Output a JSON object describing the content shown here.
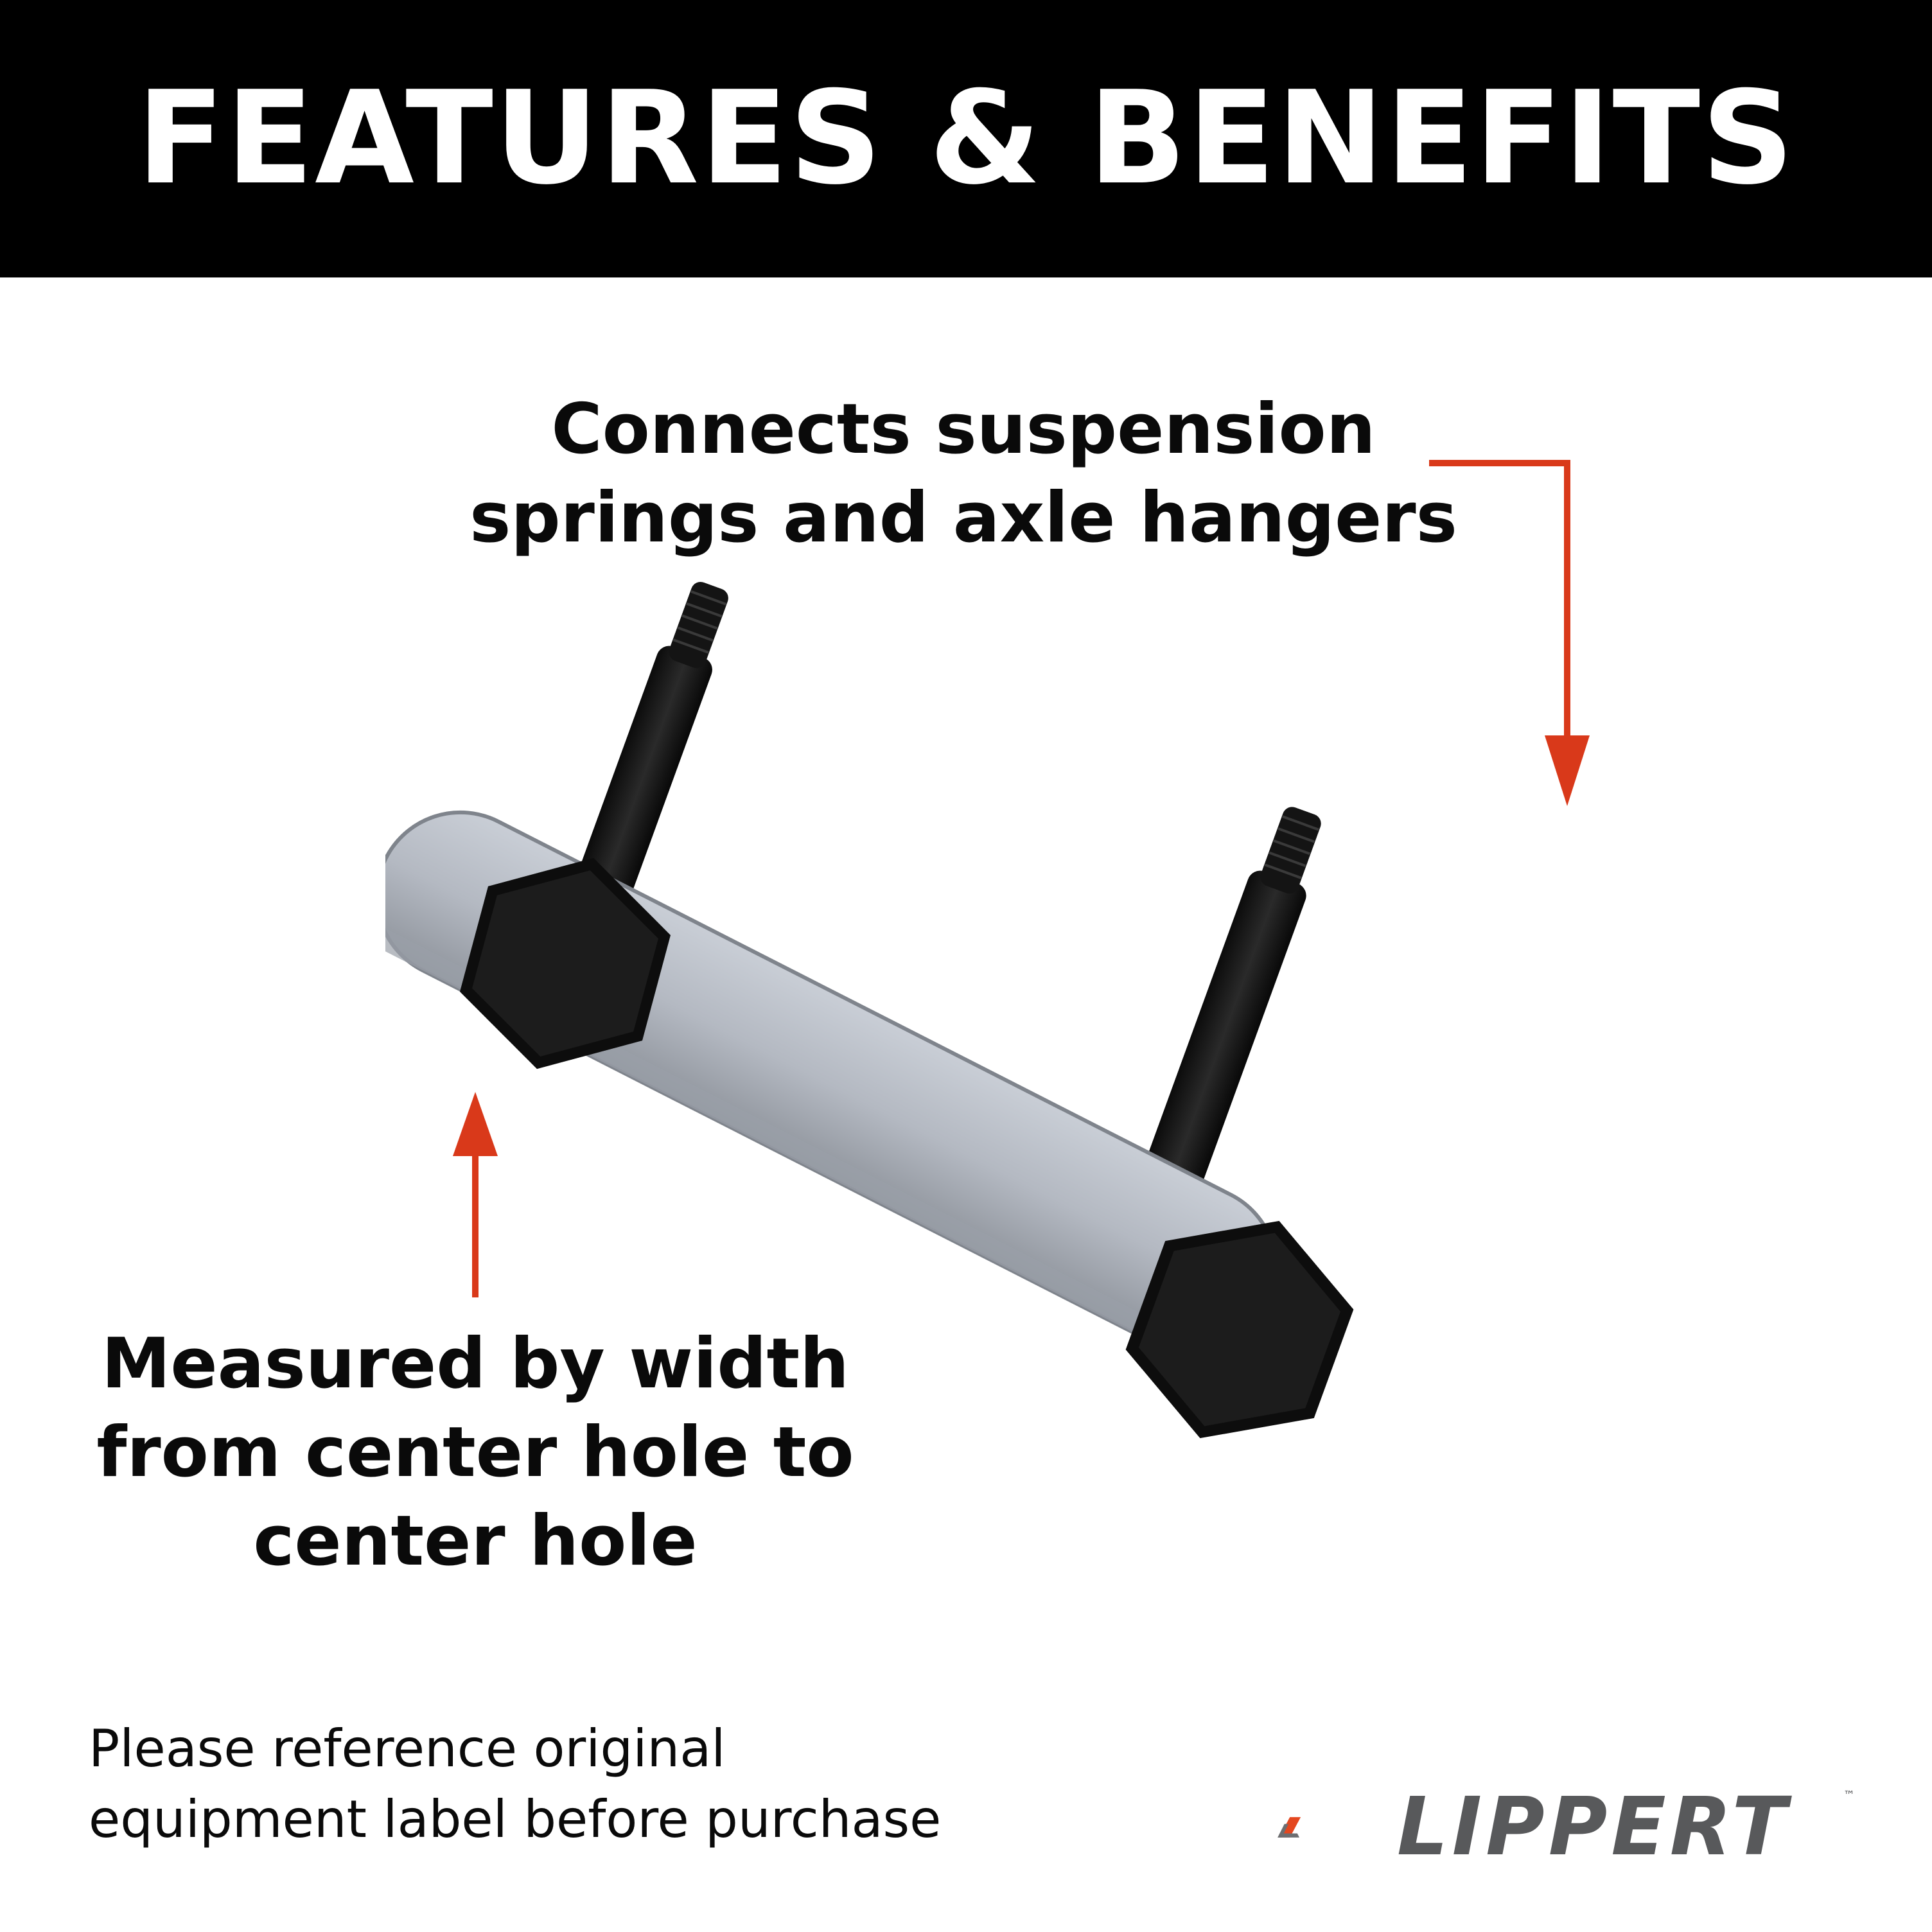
{
  "header": {
    "title": "FEATURES & BENEFITS"
  },
  "callouts": {
    "top": {
      "lines": [
        "Connects suspension",
        "springs and axle hangers"
      ]
    },
    "bottom": {
      "lines": [
        "Measured by width",
        "from center hole to",
        "center hole"
      ]
    }
  },
  "disclaimer": {
    "lines": [
      "Please reference original",
      "equipment label before purchase"
    ]
  },
  "brand": {
    "name": "LIPPERT",
    "trademark": "™",
    "accent_color": "#e4471f",
    "gray_color": "#6d6e71"
  },
  "colors": {
    "header_bg": "#000000",
    "header_text": "#ffffff",
    "arrow": "#d9391a"
  },
  "product": {
    "icon": "leaf-spring-shackle-image"
  }
}
